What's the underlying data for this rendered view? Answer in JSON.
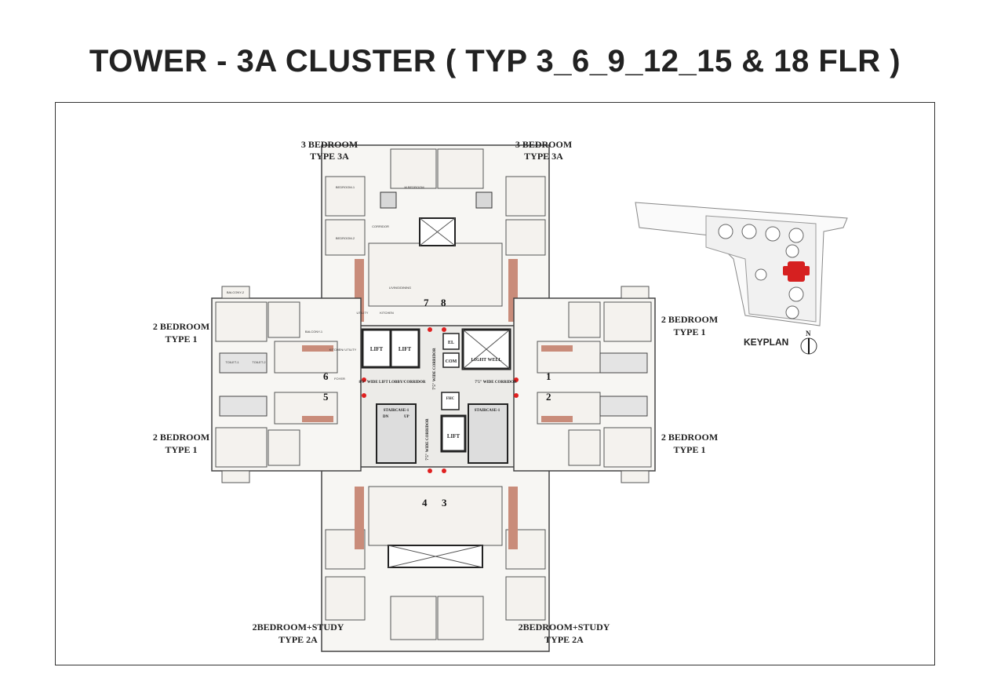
{
  "title": "TOWER - 3A CLUSTER  ( TYP 3_6_9_12_15 & 18 FLR )",
  "unit_labels": {
    "top_left": [
      "3 BEDROOM",
      "TYPE 3A"
    ],
    "top_right": [
      "3 BEDROOM",
      "TYPE 3A"
    ],
    "left_upper": [
      "2 BEDROOM",
      "TYPE 1"
    ],
    "left_lower": [
      "2 BEDROOM",
      "TYPE 1"
    ],
    "right_upper": [
      "2 BEDROOM",
      "TYPE 1"
    ],
    "right_lower": [
      "2 BEDROOM",
      "TYPE 1"
    ],
    "bottom_left": [
      "2BEDROOM+STUDY",
      "TYPE 2A"
    ],
    "bottom_right": [
      "2BEDROOM+STUDY",
      "TYPE 2A"
    ]
  },
  "flat_numbers": [
    "7",
    "8",
    "6",
    "1",
    "5",
    "2",
    "4",
    "3"
  ],
  "core_labels": {
    "lift_1": "LIFT",
    "lift_2": "LIFT",
    "lift_3": "LIFT",
    "light_well": "LIGHT WELL",
    "staircase_left": "STAIRCASE-1",
    "staircase_right": "STAIRCASE-1",
    "lobby": "8'0\" WIDE LIFT LOBBY/CORRIDOR",
    "corridor_right": "7'5\" WIDE CORRIDOR",
    "corridor_vertical_top": "7'5\" WIDE CORRIDOR",
    "corridor_vertical_bottom": "7'5\" WIDE CORRIDOR",
    "el": "EL",
    "com": "COM",
    "fhc": "FHC",
    "dn": "DN",
    "up": "UP"
  },
  "room_labels": {
    "bedroom_1": "BEDROOM-1",
    "bedroom_2": "BEDROOM-2",
    "m_bedroom": "M.BEDROOM",
    "living_dining": "LIVING/DINING",
    "kitchen": "KITCHEN",
    "kitchen_utility": "KITCHEN/ UTILITY",
    "foyer": "FOYER",
    "utility": "UTILITY",
    "balcony_1": "BALCONY-1",
    "balcony_2": "BALCONY-2",
    "toilet_1": "TOILET-1",
    "toilet_2": "TOILET-2",
    "corridor": "CORRIDOR"
  },
  "keyplan": {
    "label": "KEYPLAN",
    "north": "N",
    "highlight_color": "#d62020"
  },
  "colors": {
    "wall": "#3a3a3a",
    "accent_brown": "#c98c7a",
    "room_fill": "#f4f2ee",
    "marker_red": "#e02020"
  }
}
